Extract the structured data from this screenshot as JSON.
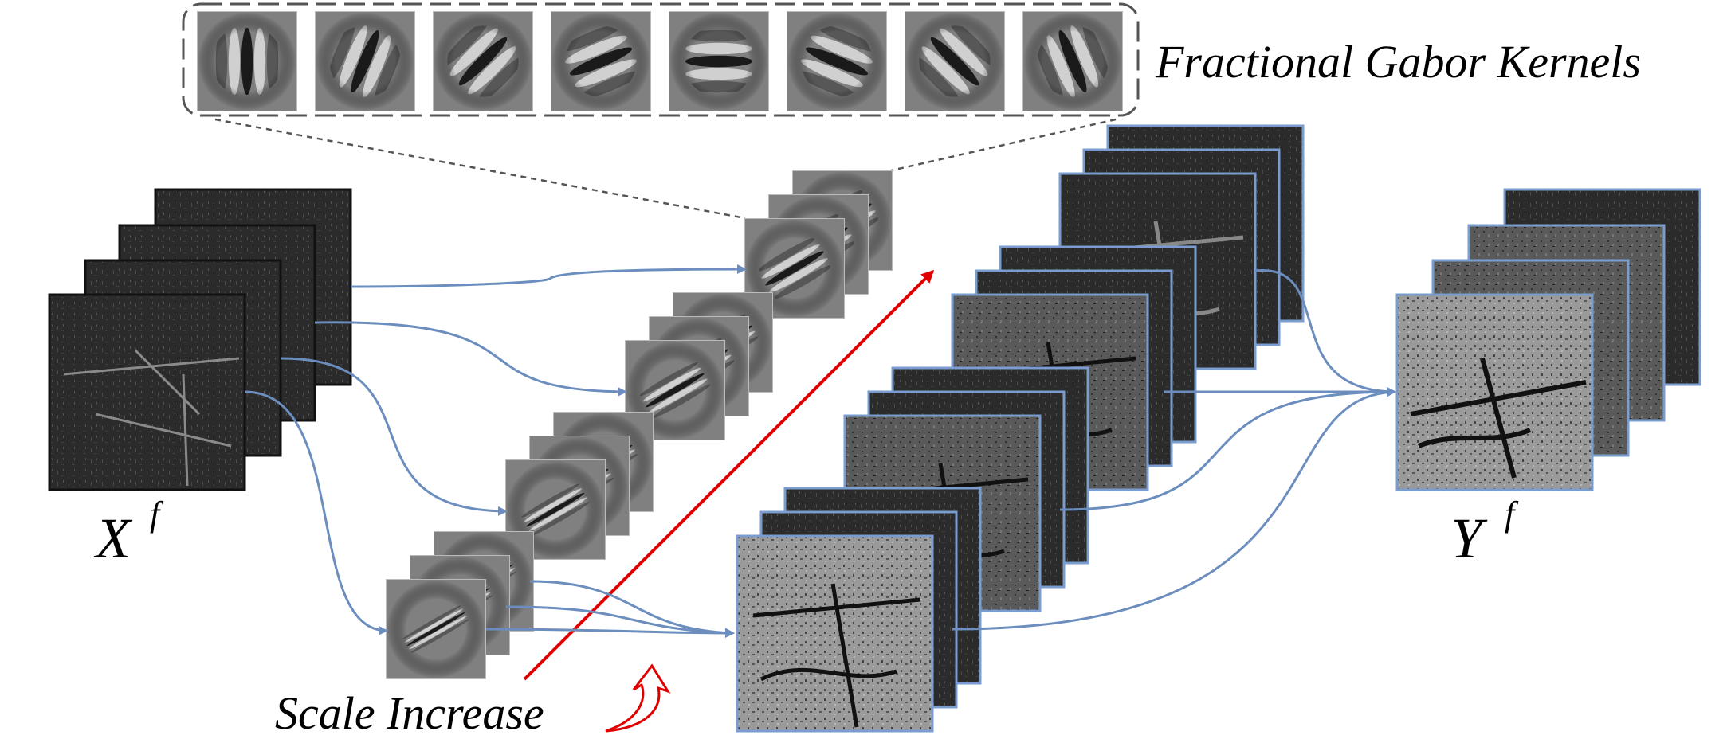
{
  "diagram": {
    "kernel_bank_label": "Fractional Gabor Kernels",
    "input_label": {
      "base": "X",
      "sup": "f"
    },
    "output_label": {
      "base": "Y",
      "sup": "f"
    },
    "scale_label": "Scale  Increase",
    "colors": {
      "arrow": "#6c8ebf",
      "scale_arrow": "#e00000",
      "feature_border": "#7a9ccf",
      "kernel_bg": "#808080",
      "dark_map": "#262626"
    },
    "kernel_orientations_deg": [
      0,
      22.5,
      45,
      67.5,
      90,
      112.5,
      135,
      157.5
    ]
  }
}
